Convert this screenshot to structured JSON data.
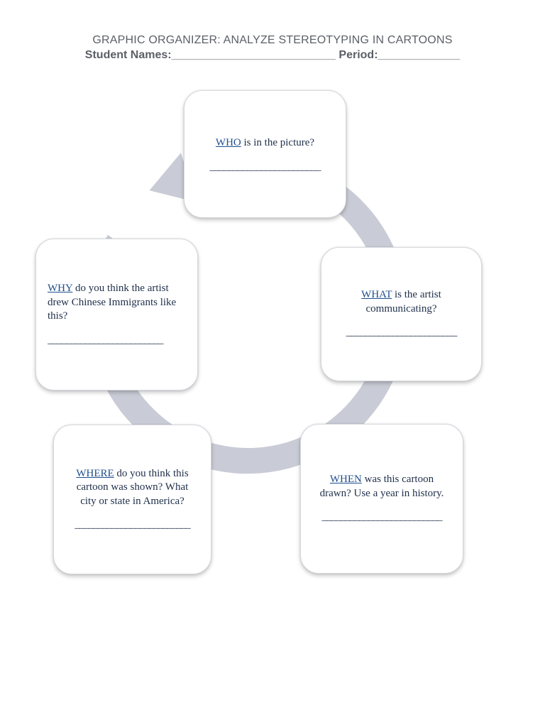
{
  "header": {
    "title": "GRAPHIC ORGANIZER: ANALYZE STEREOTYPING IN CARTOONS",
    "names_line": "Student Names:__________________________ Period:_____________"
  },
  "colors": {
    "cycle_arrow": "#c9ccd6",
    "keyword": "#1f4e8c",
    "body_text": "#1f2f4a",
    "header_text": "#5b5f66"
  },
  "boxes": {
    "who": {
      "keyword": "WHO",
      "text": " is in the picture?",
      "blank": "________________________"
    },
    "what": {
      "keyword": "WHAT",
      "text": " is the artist communicating?",
      "blank": "________________________"
    },
    "when": {
      "keyword": "WHEN",
      "text": " was this cartoon drawn? Use a year in history.",
      "blank": "__________________________"
    },
    "where": {
      "keyword": "WHERE",
      "text": " do you think this cartoon was shown? What city or state in America?",
      "blank": "_________________________"
    },
    "why": {
      "keyword": "WHY",
      "text": " do you think the artist drew Chinese Immigrants like this?",
      "blank": "_________________________"
    }
  }
}
